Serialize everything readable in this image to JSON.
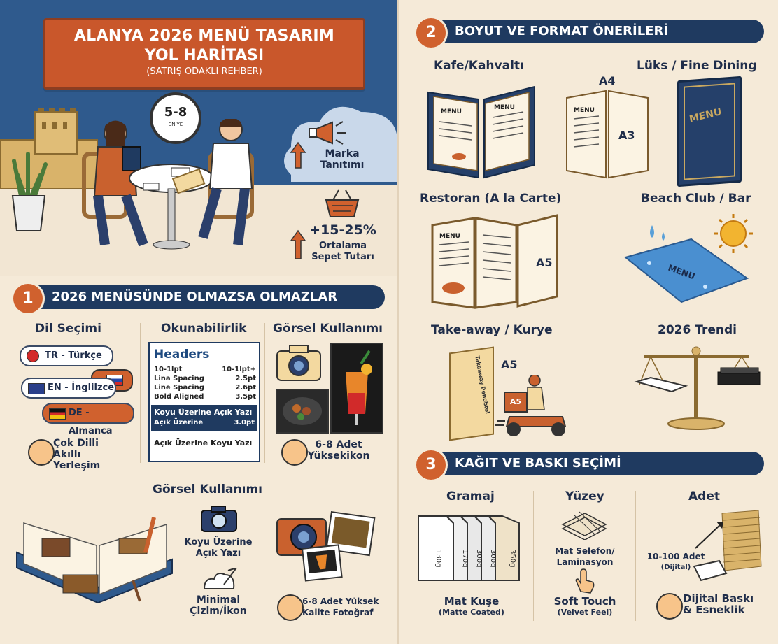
{
  "header": {
    "title_line1": "ALANYA 2026 MENÜ TASARIM",
    "title_line2": "YOL HARİTASI",
    "subtitle": "(SATRIŞ ODAKLI REHBER)"
  },
  "hero": {
    "timer": "5-8",
    "timer_sub": "SNİYE",
    "stat1": {
      "label_line1": "Marka",
      "label_line2": "Tanıtımı"
    },
    "stat2": {
      "value": "+15-25%",
      "label_line1": "Ortalama",
      "label_line2": "Sepet Tutarı"
    }
  },
  "section1": {
    "number": "1",
    "title": "2026 MENÜSÜNDE OLMAZSA OLMAZLAR",
    "col1": {
      "title": "Dil Seçimi",
      "lang1": "TR - Türkçe",
      "lang2": "EN - İnglilzce",
      "lang3": "DE - Almanca",
      "foot_line1": "Çok Dilli",
      "foot_line2": "Akıllı Yerleşim"
    },
    "col2": {
      "title": "Okunabilirlik",
      "box_header": "Headers",
      "rows": [
        {
          "k": "10-1lpt",
          "v": "10-1lpt+"
        },
        {
          "k": "Lina Spacing",
          "v": "2.5pt"
        },
        {
          "k": "Line Spacing",
          "v": "2.6pt"
        },
        {
          "k": "Bold Aligned",
          "v": "3.5pt"
        }
      ],
      "dark_line1": "Koyu Üzerine Açık Yazı",
      "dark_k": "Açık Üzerine",
      "dark_v": "3.0pt",
      "light_text": "Açık Üzerine Koyu Yazı"
    },
    "col3": {
      "title": "Görsel Kullanımı",
      "foot_line1": "6-8 Adet",
      "foot_line2": "Yüksekikon"
    },
    "bottom": {
      "title": "Görsel Kullanımı",
      "item1_line1": "Koyu Üzerine",
      "item1_line2": "Açık Yazı",
      "item2_line1": "Minimal",
      "item2_line2": "Çizim/İkon",
      "item3_line1": "6-8 Adet Yüksek",
      "item3_line2": "Kalite Fotoğraf"
    }
  },
  "section2": {
    "number": "2",
    "title": "BOYUT VE FORMAT ÖNERİLERİ",
    "items": {
      "cafe": "Kafe/Kahvaltı",
      "luxury": "Lüks / Fine Dining",
      "a4": "A4",
      "a3": "A3",
      "restaurant": "Restoran (A la Carte)",
      "beach": "Beach Club / Bar",
      "a5_1": "A5",
      "takeaway": "Take-away / Kurye",
      "trend": "2026 Trendi",
      "a5_2": "A5",
      "menu_word": "MENU",
      "a5_box": "A5",
      "takeaway_bag": "Takeaway Penobtol"
    }
  },
  "section3": {
    "number": "3",
    "title": "KAĞIT VE BASKI SEÇİMİ",
    "col1": {
      "title": "Gramaj",
      "weights": [
        "130g",
        "170g",
        "300g",
        "300g",
        "350g"
      ],
      "foot_line1": "Mat Kuşe",
      "foot_line2": "(Matte Coated)"
    },
    "col2": {
      "title": "Yüzey",
      "item1_line1": "Mat Selefon/",
      "item1_line2": "Laminasyon",
      "foot_line1": "Soft Touch",
      "foot_line2": "(Velvet Feel)"
    },
    "col3": {
      "title": "Adet",
      "qty_line1": "10-100 Adet",
      "qty_line2": "(Dijital)",
      "foot_line1": "Dijital Baskı",
      "foot_line2": "& Esneklik"
    }
  }
}
